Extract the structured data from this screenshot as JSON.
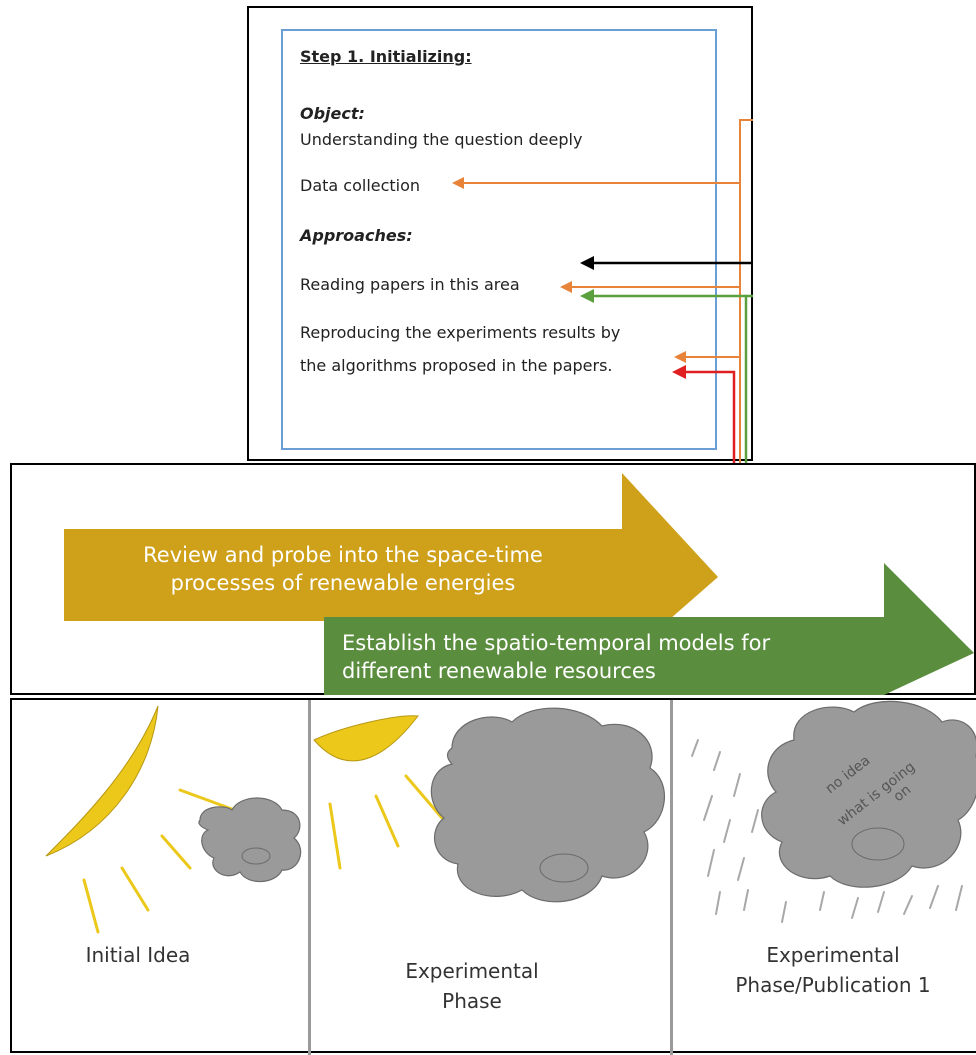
{
  "step1": {
    "title": "Step 1. Initializing:",
    "object_heading": "Object:",
    "object_line1": "Understanding the question deeply",
    "object_line2": "Data collection",
    "approaches_heading": "Approaches:",
    "approach1": "Reading papers in this area",
    "approach2_line1": "Reproducing the experiments results by",
    "approach2_line2": "the algorithms proposed in the papers."
  },
  "colors": {
    "frame": "#000000",
    "inner_box": "#6a9fd6",
    "arrow_orange": "#e8833a",
    "arrow_black": "#000000",
    "arrow_green": "#5aa03c",
    "arrow_red": "#e02020",
    "banner_gold": "#cfa019",
    "banner_green": "#5a8d3e",
    "sun_yellow": "#ecc81b",
    "cloud_gray": "#9a9a9a"
  },
  "banners": {
    "first_line1": "Review and probe into the space-time",
    "first_line2": "processes of renewable energies",
    "second_line1": "Establish the spatio-temporal models for",
    "second_line2": "different renewable resources"
  },
  "phases": {
    "phase1": "Initial Idea",
    "phase2_line1": "Experimental",
    "phase2_line2": "Phase",
    "phase3_line1": "Experimental",
    "phase3_line2": "Phase/Publication 1",
    "cloud_scribble_line1": "no idea",
    "cloud_scribble_line2": "what is going",
    "cloud_scribble_line3": "on"
  }
}
